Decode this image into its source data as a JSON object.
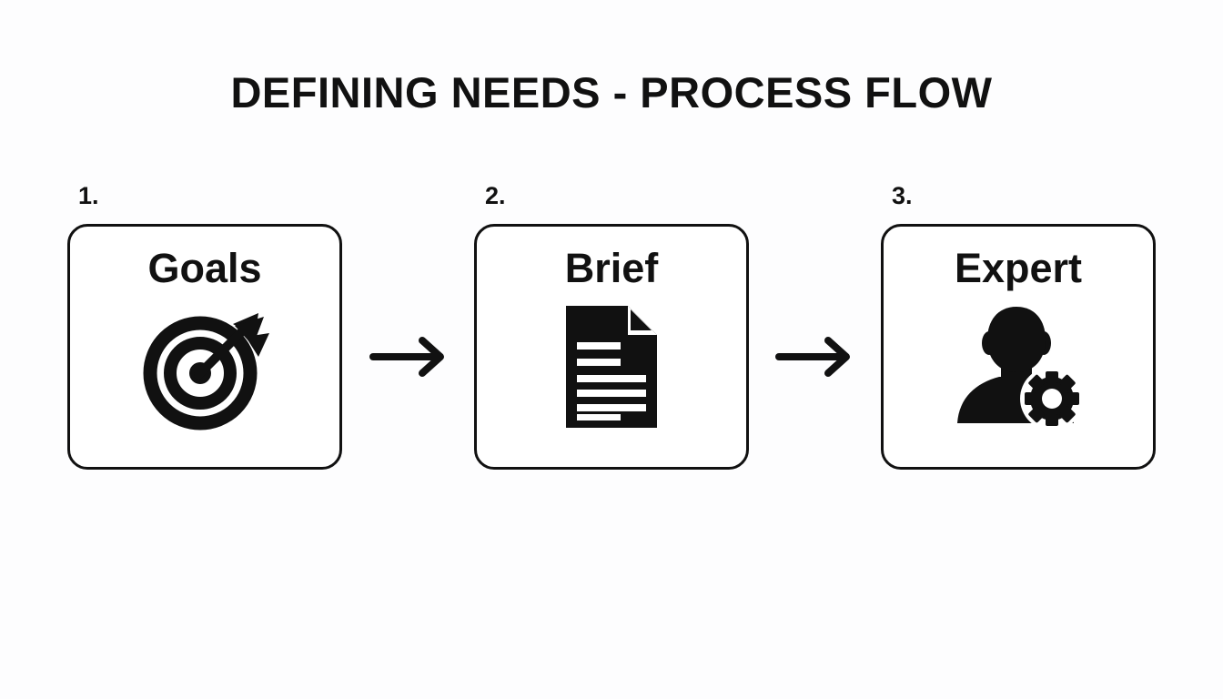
{
  "slide": {
    "title": "DEFINING NEEDS - PROCESS FLOW",
    "background_color": "#fdfdfe",
    "ink_color": "#111111"
  },
  "flow": {
    "steps": [
      {
        "number": "1.",
        "label": "Goals",
        "icon": "target-arrow-icon"
      },
      {
        "number": "2.",
        "label": "Brief",
        "icon": "document-icon"
      },
      {
        "number": "3.",
        "label": "Expert",
        "icon": "person-gear-icon"
      }
    ],
    "connectors": [
      {
        "icon": "arrow-right-icon"
      },
      {
        "icon": "arrow-right-icon"
      }
    ]
  }
}
